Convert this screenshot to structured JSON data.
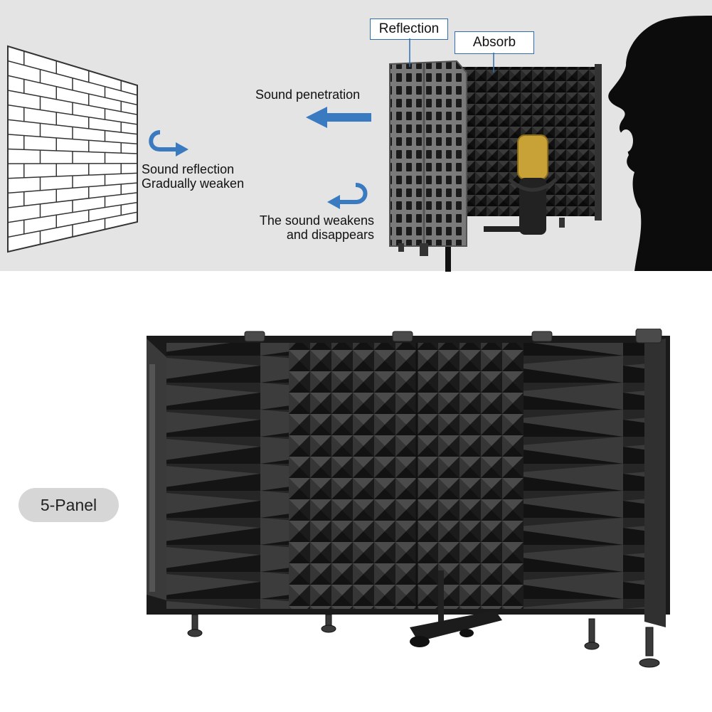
{
  "diagram": {
    "labels": {
      "reflection": "Reflection",
      "absorb": "Absorb",
      "sound_penetration": "Sound penetration",
      "sound_reflection_line1": "Sound reflection",
      "sound_reflection_line2": "Gradually weaken",
      "weakens_line1": "The sound weakens",
      "weakens_line2": "and disappears"
    },
    "colors": {
      "arrow": "#3a7ac0",
      "band": "#e4e4e4",
      "foam": "#222222"
    }
  },
  "product": {
    "panel_count_label": "5-Panel"
  }
}
